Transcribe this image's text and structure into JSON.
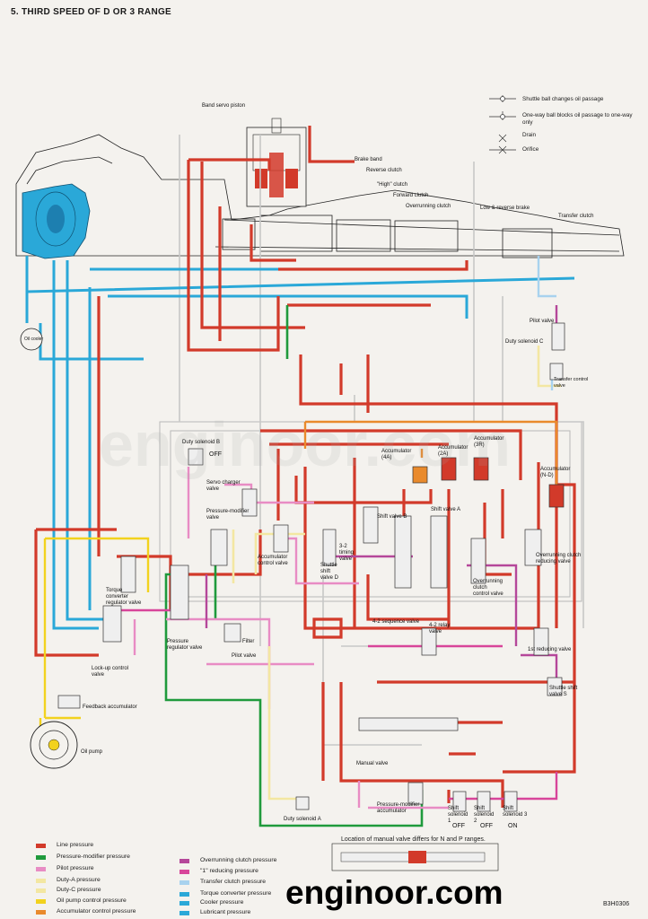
{
  "page": {
    "title": "5. THIRD SPEED OF D OR 3 RANGE"
  },
  "symbols": [
    {
      "icon": "shuttle-ball-icon",
      "label": "Shuttle ball changes oil passage"
    },
    {
      "icon": "one-way-ball-icon",
      "label": "One-way ball blocks oil passage to one-way only"
    },
    {
      "icon": "drain-icon",
      "label": "Drain"
    },
    {
      "icon": "orifice-icon",
      "label": "Orifice"
    }
  ],
  "components": {
    "band_servo_piston": "Band servo piston",
    "brake_band": "Brake band",
    "reverse_clutch": "Reverse clutch",
    "high_clutch": "\"High\" clutch",
    "forward_clutch": "Forward clutch",
    "overrunning_clutch": "Overrunning clutch",
    "low_reverse_brake": "Low & reverse brake",
    "transfer_clutch": "Transfer clutch",
    "oil_cooler": "Oil cooler",
    "pilot_valve_right": "Pilot valve",
    "duty_solenoid_c": "Duty solenoid C",
    "transfer_control_valve": "Transfer control valve",
    "duty_solenoid_b": "Duty solenoid B",
    "duty_b_state": "OFF",
    "accumulator_4a": "Accumulator (4A)",
    "accumulator_2a": "Accumulator (2A)",
    "accumulator_3r": "Accumulator (3R)",
    "accumulator_nd": "Accumulator (N-D)",
    "servo_charger_valve": "Servo charger valve",
    "pressure_modifier_valve": "Pressure-modifier valve",
    "accumulator_control_valve": "Accumulator control valve",
    "timing_valve": "3-2 timing valve",
    "shuttle_shift_valve_d": "Shuttle shift valve D",
    "shift_valve_b": "Shift valve B",
    "shift_valve_a": "Shift valve A",
    "overrunning_clutch_reducing_valve": "Overrunning clutch reducing valve",
    "overrunning_clutch_control_valve": "Overrunning clutch control valve",
    "torque_converter_regulator_valve": "Torque converter regulator valve",
    "pressure_regulator_valve": "Pressure regulator valve",
    "filter": "Filter",
    "pilot_valve_center": "Pilot valve",
    "sequence_valve": "4-2 sequence valve",
    "relay_valve": "4-2 relay valve",
    "reducing_valve_1st": "1st reducing valve",
    "shuttle_shift_valve_s": "Shuttle shift valve S",
    "lockup_control_valve": "Lock-up control valve",
    "feedback_accumulator": "Feedback accumulator",
    "oil_pump": "Oil pump",
    "manual_valve": "Manual valve",
    "pressure_modifier_accumulator": "Pressure-modifier accumulator",
    "duty_solenoid_a": "Duty solenoid A",
    "shift_solenoid_1": "Shift solenoid 1",
    "shift_solenoid_2": "Shift solenoid 2",
    "shift_solenoid_3": "Shift solenoid 3",
    "solenoid_1_state": "OFF",
    "solenoid_2_state": "OFF",
    "solenoid_3_state": "ON"
  },
  "manual_note": "Location of manual valve differs for N and P ranges.",
  "legend": [
    {
      "label": "Line pressure",
      "color": "#d23a2a"
    },
    {
      "label": "Pressure-modifier pressure",
      "color": "#1f9a3c"
    },
    {
      "label": "Pilot pressure",
      "color": "#e88cc4"
    },
    {
      "label": "Duty-A pressure",
      "color": "#f3e7a2"
    },
    {
      "label": "Duty-C pressure",
      "color": "#f3e7a2"
    },
    {
      "label": "Oil pump control pressure",
      "color": "#f2d21e"
    },
    {
      "label": "Accumulator control pressure",
      "color": "#e98a2c"
    },
    {
      "label": "Overrunning clutch pressure",
      "color": "#b5479a"
    },
    {
      "label": "\"1\" reducing pressure",
      "color": "#d8459a"
    },
    {
      "label": "Transfer clutch pressure",
      "color": "#a8d2ee"
    },
    {
      "label": "Torque converter pressure",
      "color": "#2aa8d8"
    },
    {
      "label": "Cooler pressure",
      "color": "#2aa8d8"
    },
    {
      "label": "Lubricant pressure",
      "color": "#2aa8d8"
    }
  ],
  "watermark": "enginoor.com",
  "figure_code": "B3H0306",
  "colors": {
    "line": "#d23a2a",
    "modifier": "#1f9a3c",
    "pilot": "#e88cc4",
    "duty": "#f3e7a2",
    "pump_ctrl": "#f2d21e",
    "accum": "#e98a2c",
    "overrun": "#b5479a",
    "reducing": "#d8459a",
    "transfer": "#a8d2ee",
    "converter": "#2aa8d8",
    "drain": "#c7c7c7"
  }
}
